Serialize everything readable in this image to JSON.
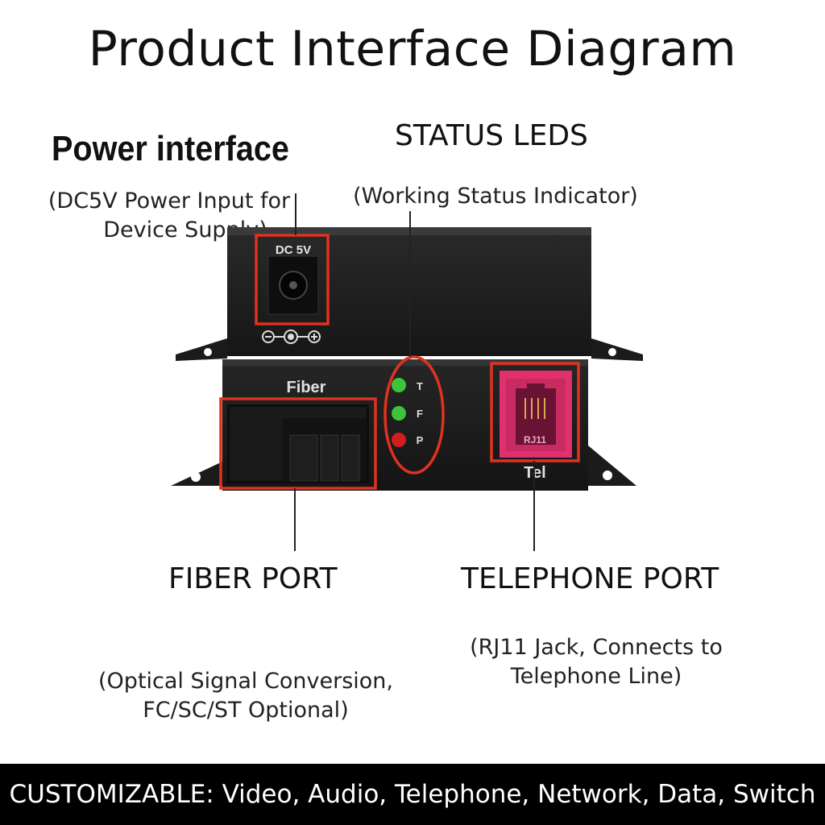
{
  "title": "Product Interface Diagram",
  "power": {
    "heading": "Power interface",
    "desc_line1": "(DC5V Power Input for",
    "desc_line2": "Device Supply)"
  },
  "status_leds": {
    "heading": "STATUS LEDS",
    "desc": "(Working Status Indicator)"
  },
  "fiber": {
    "heading": "FIBER PORT",
    "desc_line1": "(Optical Signal Conversion,",
    "desc_line2": "FC/SC/ST Optional)"
  },
  "telephone": {
    "heading": "TELEPHONE PORT",
    "desc_line1": "(RJ11 Jack, Connects to",
    "desc_line2": "Telephone Line)"
  },
  "device": {
    "dc_label": "DC 5V",
    "fiber_label": "Fiber",
    "tel_label": "Tel",
    "rj11_text": "RJ11",
    "led_labels": [
      "T",
      "F",
      "P"
    ],
    "led_colors": [
      "#3ec43a",
      "#3ec43a",
      "#d11d1d"
    ]
  },
  "footer": "CUSTOMIZABLE: Video, Audio, Telephone, Network, Data, Switch",
  "colors": {
    "highlight": "#e0321f",
    "device_body": "#1c1c1c",
    "rj11_pink": "#e0306e"
  }
}
